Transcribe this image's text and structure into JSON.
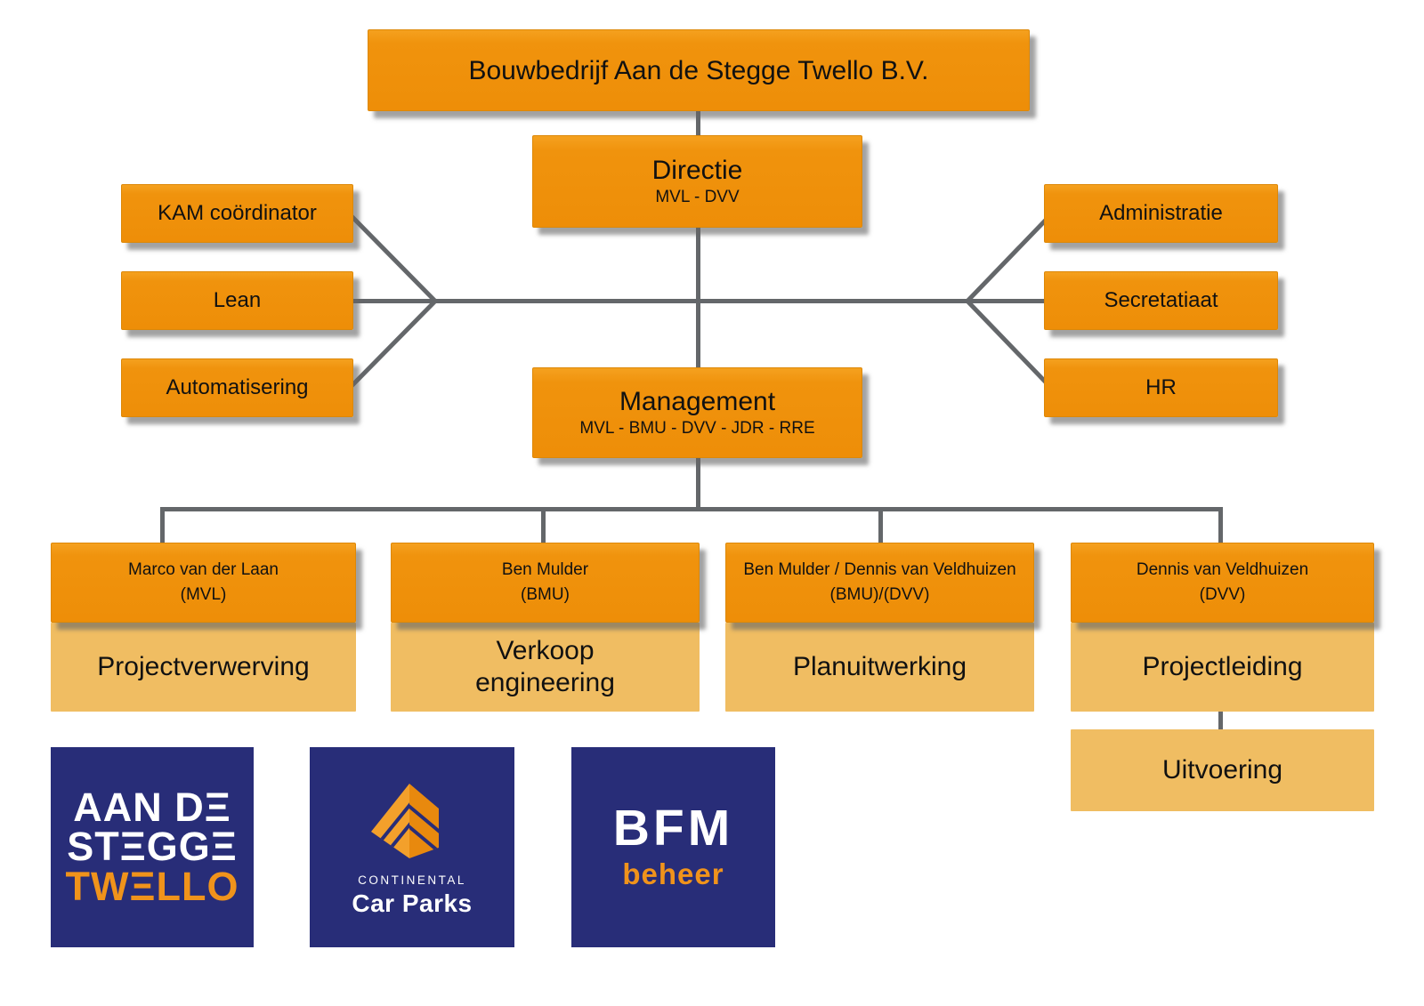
{
  "org": {
    "root": "Bouwbedrijf Aan de Stegge Twello B.V.",
    "directie": {
      "title": "Directie",
      "subtitle": "MVL - DVV"
    },
    "management": {
      "title": "Management",
      "subtitle": "MVL - BMU - DVV - JDR - RRE"
    },
    "staff_left": [
      {
        "label": "KAM coördinator"
      },
      {
        "label": "Lean"
      },
      {
        "label": "Automatisering"
      }
    ],
    "staff_right": [
      {
        "label": "Administratie"
      },
      {
        "label": "Secretatiaat"
      },
      {
        "label": "HR"
      }
    ],
    "departments": [
      {
        "manager": "Marco van der Laan",
        "code": "(MVL)",
        "label": "Projectverwerving"
      },
      {
        "manager": "Ben Mulder",
        "code": "(BMU)",
        "label": "Verkoop engineering"
      },
      {
        "manager": "Ben Mulder / Dennis van Veldhuizen",
        "code": "(BMU)/(DVV)",
        "label": "Planuitwerking"
      },
      {
        "manager": "Dennis van Veldhuizen",
        "code": "(DVV)",
        "label": "Projectleiding",
        "sub_label": "Uitvoering"
      }
    ]
  },
  "logos": {
    "aan_de_stegge": {
      "line1": "AAN DE",
      "line2": "STEGGE",
      "line3": "TWELLO"
    },
    "continental": {
      "top": "CONTINENTAL",
      "bottom": "Car Parks"
    },
    "bfm": {
      "top": "BFM",
      "bottom": "beheer"
    }
  },
  "colors": {
    "box_orange": "#F0930D",
    "box_light_orange": "#F0BD62",
    "connector_gray": "#64676A",
    "logo_navy": "#282D78",
    "logo_orange": "#F0931B"
  }
}
